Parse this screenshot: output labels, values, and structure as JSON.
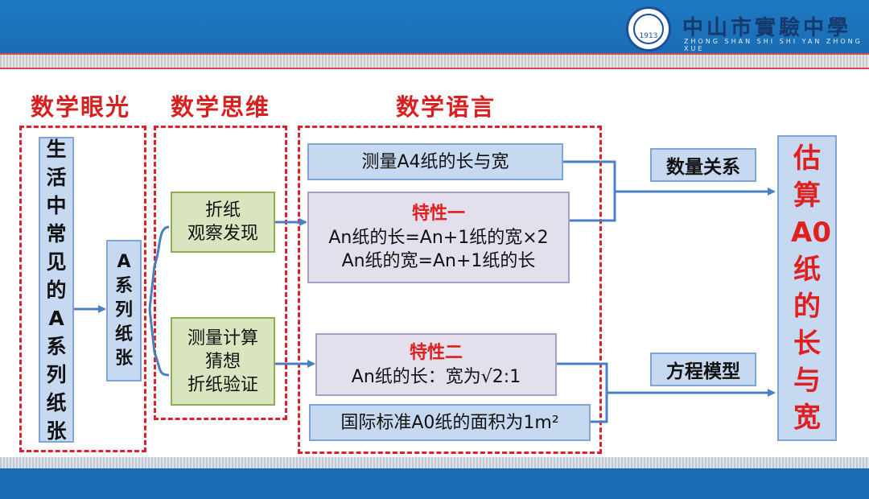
{
  "header": {
    "school_name": "中山市實驗中學",
    "school_pinyin": "ZHONG SHAN SHI SHI YAN ZHONG XUE",
    "seal_text": "1913"
  },
  "headings": {
    "math_vision": "数学眼光",
    "math_thinking": "数学思维",
    "math_language": "数学语言"
  },
  "vision": {
    "daily_paper": "生活中常见的A系列纸张",
    "a_series": "A系列纸张"
  },
  "thinking": {
    "fold_observe_line1": "折纸",
    "fold_observe_line2": "观察发现",
    "measure_line1": "测量计算",
    "measure_line2": "猜想",
    "measure_line3": "折纸验证"
  },
  "language": {
    "measure_a4": "测量A4纸的长与宽",
    "feature1_title": "特性一",
    "feature1_line1": "An纸的长=An+1纸的宽×2",
    "feature1_line2": "An纸的宽=An+1纸的长",
    "feature2_title": "特性二",
    "feature2_line1": "An纸的长：宽为√2:1",
    "a0_area": "国际标准A0纸的面积为1m²"
  },
  "relations": {
    "quantity_relation": "数量关系",
    "equation_model": "方程模型"
  },
  "result": "估算A0纸的长与宽",
  "colors": {
    "accent_red": "#e0202a",
    "header_blue": "#1a6db3",
    "arrow_blue": "#4a7fc1"
  }
}
